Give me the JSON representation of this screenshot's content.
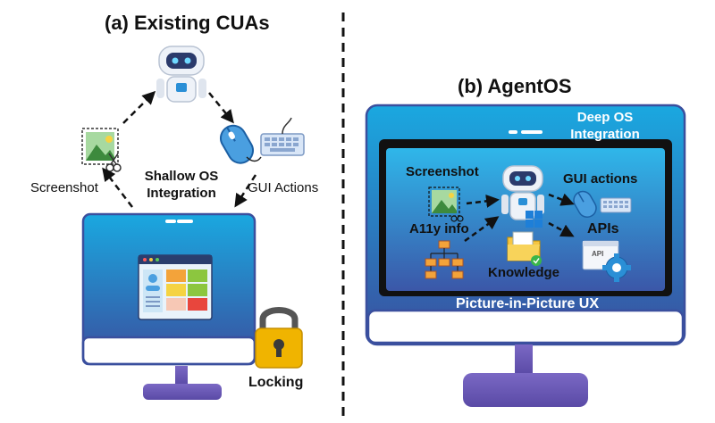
{
  "left_panel": {
    "title": "(a) Existing CUAs",
    "screenshot_label": "Screenshot",
    "gui_actions_label": "GUI Actions",
    "integration_label_line1": "Shallow OS",
    "integration_label_line2": "Integration",
    "locking_label": "Locking"
  },
  "right_panel": {
    "title": "(b) AgentOS",
    "deep_integration_line1": "Deep OS",
    "deep_integration_line2": "Integration",
    "screenshot_label": "Screenshot",
    "a11y_label": "A11y info",
    "gui_actions_label": "GUI actions",
    "apis_label": "APIs",
    "api_badge_text": "API",
    "knowledge_label": "Knowledge",
    "pip_label": "Picture-in-Picture UX"
  },
  "colors": {
    "monitor_top": "#1aa8e0",
    "monitor_bottom": "#3a4f9e",
    "stand": "#6b59b5",
    "screen_dark": "#111111",
    "lock": "#f0b400"
  }
}
